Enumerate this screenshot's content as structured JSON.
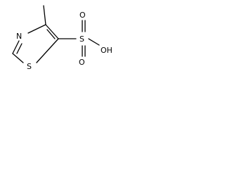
{
  "molecule": {
    "atoms": {
      "nitrogen": "N",
      "sulfur_ring": "S",
      "sulfur_sulfonyl": "S",
      "oxygen_top": "O",
      "oxygen_bottom": "O",
      "hydroxyl": "OH"
    }
  }
}
